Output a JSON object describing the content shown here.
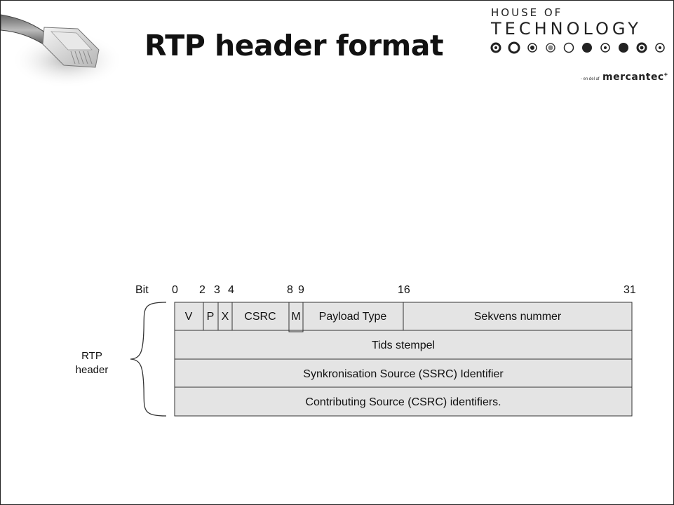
{
  "slide": {
    "title": "RTP header format"
  },
  "logo": {
    "line1": "HOUSE OF",
    "line2": "TECHNOLOGY",
    "sub_small": "- en del af",
    "sub_brand": "mercantec",
    "sub_plus": "+"
  },
  "diagram": {
    "bit_label": "Bit",
    "bit_numbers": [
      "0",
      "2",
      "3",
      "4",
      "8",
      "9",
      "16",
      "31"
    ],
    "side_label_line1": "RTP",
    "side_label_line2": "header",
    "row1": {
      "v": "V",
      "p": "P",
      "x": "X",
      "csrc": "CSRC",
      "m": "M",
      "payload_type": "Payload Type",
      "sequence": "Sekvens nummer"
    },
    "row2": "Tids stempel",
    "row3": "Synkronisation Source (SSRC) Identifier",
    "row4": "Contributing Source (CSRC) identifiers."
  },
  "colors": {
    "cell_fill": "#e4e4e4",
    "border": "#333333"
  }
}
